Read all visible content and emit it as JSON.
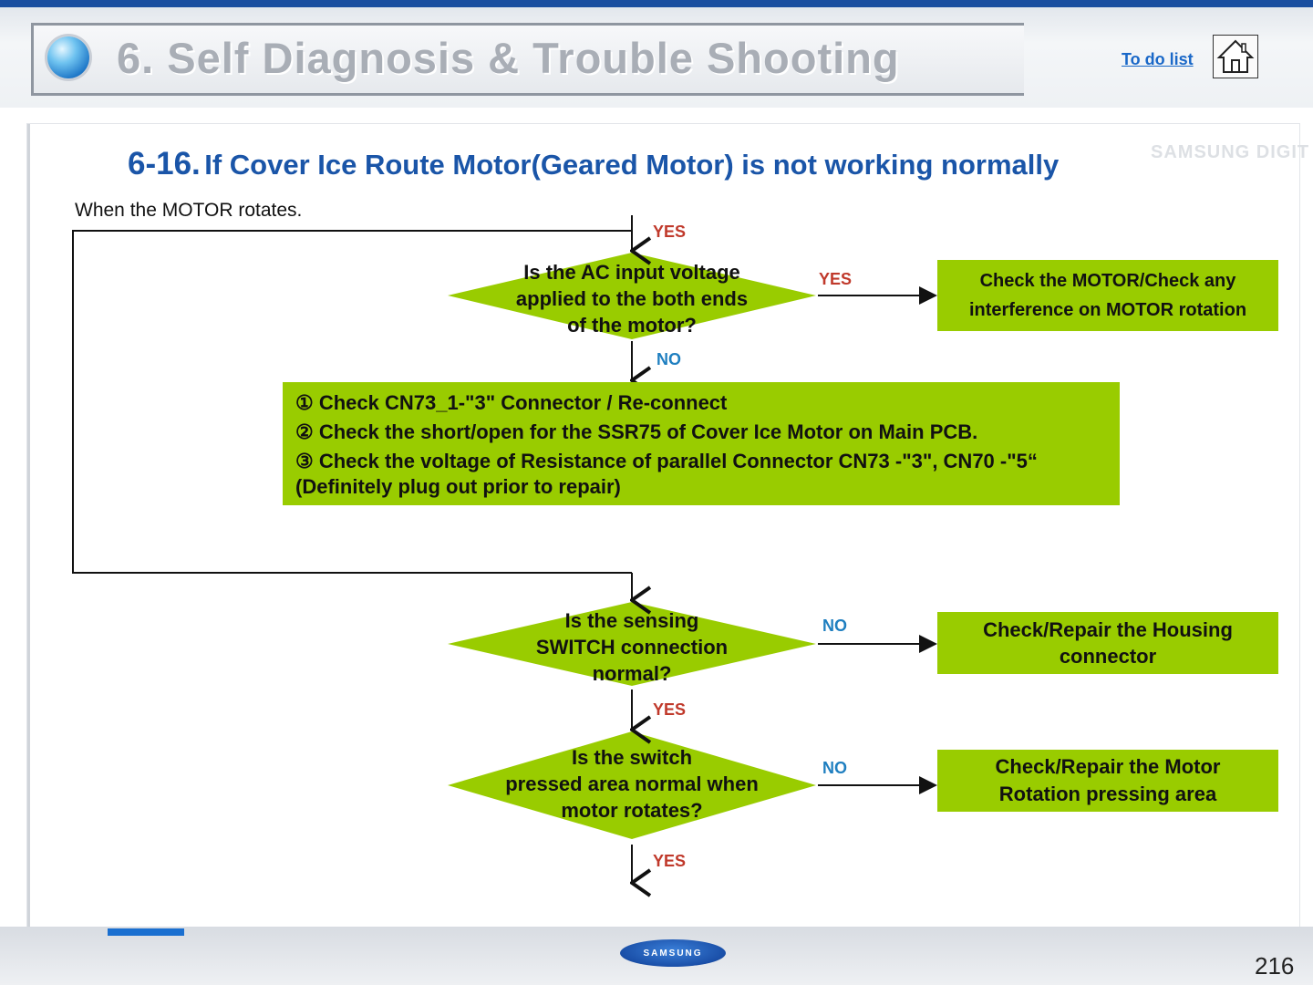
{
  "header": {
    "title": "6. Self Diagnosis & Trouble Shooting",
    "todo_link": "To do list",
    "home_icon": "home-icon"
  },
  "section": {
    "number": "6-16.",
    "title": "If Cover Ice Route Motor(Geared Motor) is not working normally"
  },
  "intro": "When the MOTOR rotates.",
  "flow": {
    "labels": {
      "top_yes": "YES",
      "d1_yes": "YES",
      "d1_no": "NO",
      "d2_no": "NO",
      "d2_yes": "YES",
      "d3_no": "NO",
      "d3_yes": "YES"
    },
    "decision1": {
      "line1": "Is the AC input voltage",
      "line2": "applied to the both ends",
      "line3": "of the motor?"
    },
    "result1": {
      "line1": "Check the MOTOR/Check any",
      "line2": "interference on MOTOR rotation"
    },
    "steps": {
      "step1": "① Check CN73_1-\"3\" Connector / Re-connect",
      "step2": "② Check the short/open for the SSR75 of Cover Ice Motor on Main PCB.",
      "step3": "③ Check the voltage of Resistance of parallel Connector CN73 -\"3\", CN70 -\"5“",
      "step4": "(Definitely plug out prior to repair)"
    },
    "decision2": {
      "line1": "Is the sensing",
      "line2": "SWITCH connection",
      "line3": "normal?"
    },
    "result2": {
      "line1": "Check/Repair the Housing",
      "line2": "connector"
    },
    "decision3": {
      "line1": "Is the switch",
      "line2": "pressed area normal when",
      "line3": "motor rotates?"
    },
    "result3": {
      "line1": "Check/Repair the Motor",
      "line2": "Rotation pressing area"
    }
  },
  "footer": {
    "page_number": "216",
    "logo_icon": "samsung-logo-icon"
  },
  "colors": {
    "accent_blue": "#1a55a8",
    "box_green": "#99cc00",
    "yes_red": "#c0392b",
    "no_blue": "#1f7fc0"
  }
}
